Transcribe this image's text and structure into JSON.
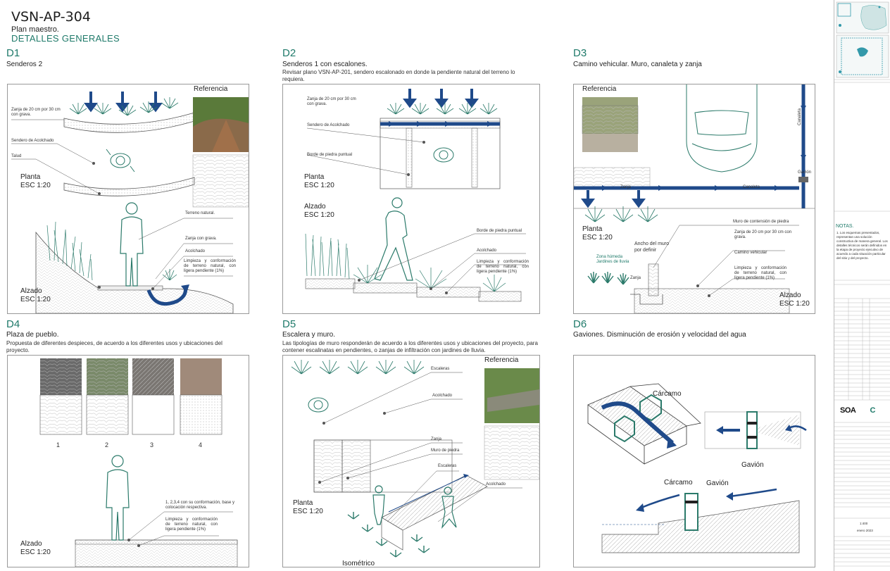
{
  "header": {
    "code": "VSN-AP-304",
    "subtitle": "Plan maestro.",
    "title": "DETALLES GENERALES"
  },
  "details": {
    "d1": {
      "code": "D1",
      "title": "Senderos 2",
      "labels": {
        "zanja": "Zanja de 20 cm por 30 cm con grava.",
        "sendero": "Sendero de Acolchado",
        "talud": "Talud",
        "terreno": "Terreno natural.",
        "zanja_grava": "Zanja con grava.",
        "acolchado": "Acolchado",
        "limpieza": "Limpieza y conformación de terreno natural, con ligera pendiente (1%)"
      },
      "referencia": "Referencia",
      "planta": "Planta",
      "esc_planta": "ESC 1:20",
      "alzado": "Alzado",
      "esc_alzado": "ESC 1:20"
    },
    "d2": {
      "code": "D2",
      "title": "Senderos 1 con escalones.",
      "desc": "Revisar plano VSN-AP-201, sendero escalonado en donde la pendiente natural del terreno lo requiera.",
      "labels": {
        "zanja": "Zanja de 20 cm por 30 cm con grava.",
        "sendero": "Sendero de Acolchado",
        "borde": "Borde de piedra puntual",
        "borde2": "Borde de piedra puntual",
        "acolchado": "Acolchado",
        "limpieza": "Limpieza y conformación de terreno natural, con ligera pendiente (1%)"
      },
      "planta": "Planta",
      "esc_planta": "ESC 1:20",
      "alzado": "Alzado",
      "esc_alzado": "ESC 1:20"
    },
    "d3": {
      "code": "D3",
      "title": "Camino vehicular. Muro, canaleta y zanja",
      "referencia": "Referencia",
      "labels": {
        "canaleta_v": "Canaleta",
        "gavion": "Gavión",
        "zanja": "Zanja",
        "canaleta_h": "Canaleta",
        "muro": "Muro de contensión de piedra",
        "zanja2": "Zanja de 20 cm por 30 cm con grava.",
        "camino": "Camino vehicular",
        "limpieza": "Limpieza y conformación de terreno natural, con ligera pendiente (1%)",
        "ancho": "Ancho del muro por definir",
        "zona": "Zona húmeda Jardines de lluvia",
        "zanja3": "Zanja"
      },
      "planta": "Planta",
      "esc_planta": "ESC 1:20",
      "alzado": "Alzado",
      "esc_alzado": "ESC 1:20"
    },
    "d4": {
      "code": "D4",
      "title": "Plaza de pueblo.",
      "desc": "Propuesta de diferentes despieces, de acuerdo a los diferentes usos y ubicaciones del proyecto.",
      "numbers": [
        "1",
        "2",
        "3",
        "4"
      ],
      "labels": {
        "conformacion": "1, 2,3,4 con su conformación, base y colocación respectiva.",
        "limpieza": "Limpieza y conformación de terreno natural, con ligera pendiente (1%)"
      },
      "alzado": "Alzado",
      "esc_alzado": "ESC 1:20"
    },
    "d5": {
      "code": "D5",
      "title": "Escalera y muro.",
      "desc": "Las tipologías de muro responderán de acuerdo a los diferentes usos y ubicaciones del proyecto, para contener escalinatas en pendientes, o zanjas de infiltración con jardines de lluvia.",
      "referencia": "Referencia",
      "labels": {
        "escaleras": "Escaleras",
        "acolchado": "Acolchado",
        "zanja": "Zanja",
        "muro": "Muro de piedra",
        "escaleras2": "Escaleras",
        "acolchado2": "Acolchado"
      },
      "planta": "Planta",
      "esc_planta": "ESC 1:20",
      "isometrico": "Isométrico"
    },
    "d6": {
      "code": "D6",
      "title": "Gaviones. Disminución de erosión  y velocidad del agua",
      "labels": {
        "carcamo": "Cárcamo",
        "gavion": "Gavión",
        "carcamo2": "Cárcamo",
        "gavion2": "Gavión"
      }
    }
  },
  "sidebar": {
    "notes_title": "NOTAS.",
    "notes_body": "1. Los esquemas presentados, representan una solución constructiva de manera general. Los detalles técnicos serán definidos en la etapa de proyecto ejecutivo de acuerdo a cada situación particular del sitio y del proyecto.",
    "scale": "1:400",
    "date": "enero 2023",
    "logo": "SOA"
  },
  "colors": {
    "accent": "#1f7a6a",
    "water": "#1f4a8a",
    "plant": "#2b7a6a"
  }
}
